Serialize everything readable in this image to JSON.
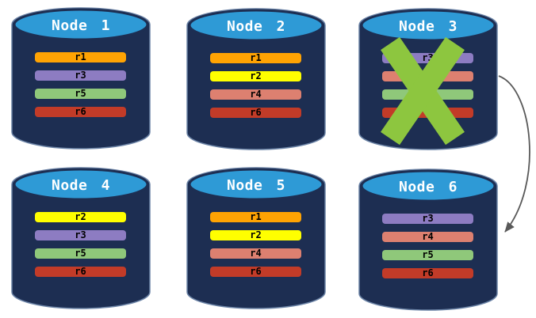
{
  "diagram": {
    "background": "#ffffff",
    "colors": {
      "cylinder_body": "#1d2e52",
      "cylinder_top": "#2e9ad6",
      "cylinder_outline": "#6b83a6",
      "node_label_text": "#ffffff",
      "replica_label_text": "#000000"
    },
    "failure_x": {
      "color": "#8dc63f",
      "on_node": "Node 3"
    },
    "arrow": {
      "color": "#595959",
      "from_node": "Node 3",
      "to_node": "Node 6"
    },
    "nodes": [
      {
        "label": "Node 1",
        "failed": false,
        "replicas": [
          {
            "label": "r1",
            "color": "#ffa303"
          },
          {
            "label": "r3",
            "color": "#8d7cc2"
          },
          {
            "label": "r5",
            "color": "#8fc87a"
          },
          {
            "label": "r6",
            "color": "#c23b28"
          }
        ]
      },
      {
        "label": "Node 2",
        "failed": false,
        "replicas": [
          {
            "label": "r1",
            "color": "#ffa303"
          },
          {
            "label": "r2",
            "color": "#ffff00"
          },
          {
            "label": "r4",
            "color": "#dd8070"
          },
          {
            "label": "r6",
            "color": "#c23b28"
          }
        ]
      },
      {
        "label": "Node 3",
        "failed": true,
        "replicas": [
          {
            "label": "r3",
            "color": "#8d7cc2"
          },
          {
            "label": "",
            "color": "#dd8070"
          },
          {
            "label": "",
            "color": "#8fc87a"
          },
          {
            "label": "",
            "color": "#c23b28"
          }
        ]
      },
      {
        "label": "Node 4",
        "failed": false,
        "replicas": [
          {
            "label": "r2",
            "color": "#ffff00"
          },
          {
            "label": "r3",
            "color": "#8d7cc2"
          },
          {
            "label": "r5",
            "color": "#8fc87a"
          },
          {
            "label": "r6",
            "color": "#c23b28"
          }
        ]
      },
      {
        "label": "Node 5",
        "failed": false,
        "replicas": [
          {
            "label": "r1",
            "color": "#ffa303"
          },
          {
            "label": "r2",
            "color": "#ffff00"
          },
          {
            "label": "r4",
            "color": "#dd8070"
          },
          {
            "label": "r6",
            "color": "#c23b28"
          }
        ]
      },
      {
        "label": "Node 6",
        "failed": false,
        "replicas": [
          {
            "label": "r3",
            "color": "#8d7cc2"
          },
          {
            "label": "r4",
            "color": "#dd8070"
          },
          {
            "label": "r5",
            "color": "#8fc87a"
          },
          {
            "label": "r6",
            "color": "#c23b28"
          }
        ]
      }
    ]
  }
}
